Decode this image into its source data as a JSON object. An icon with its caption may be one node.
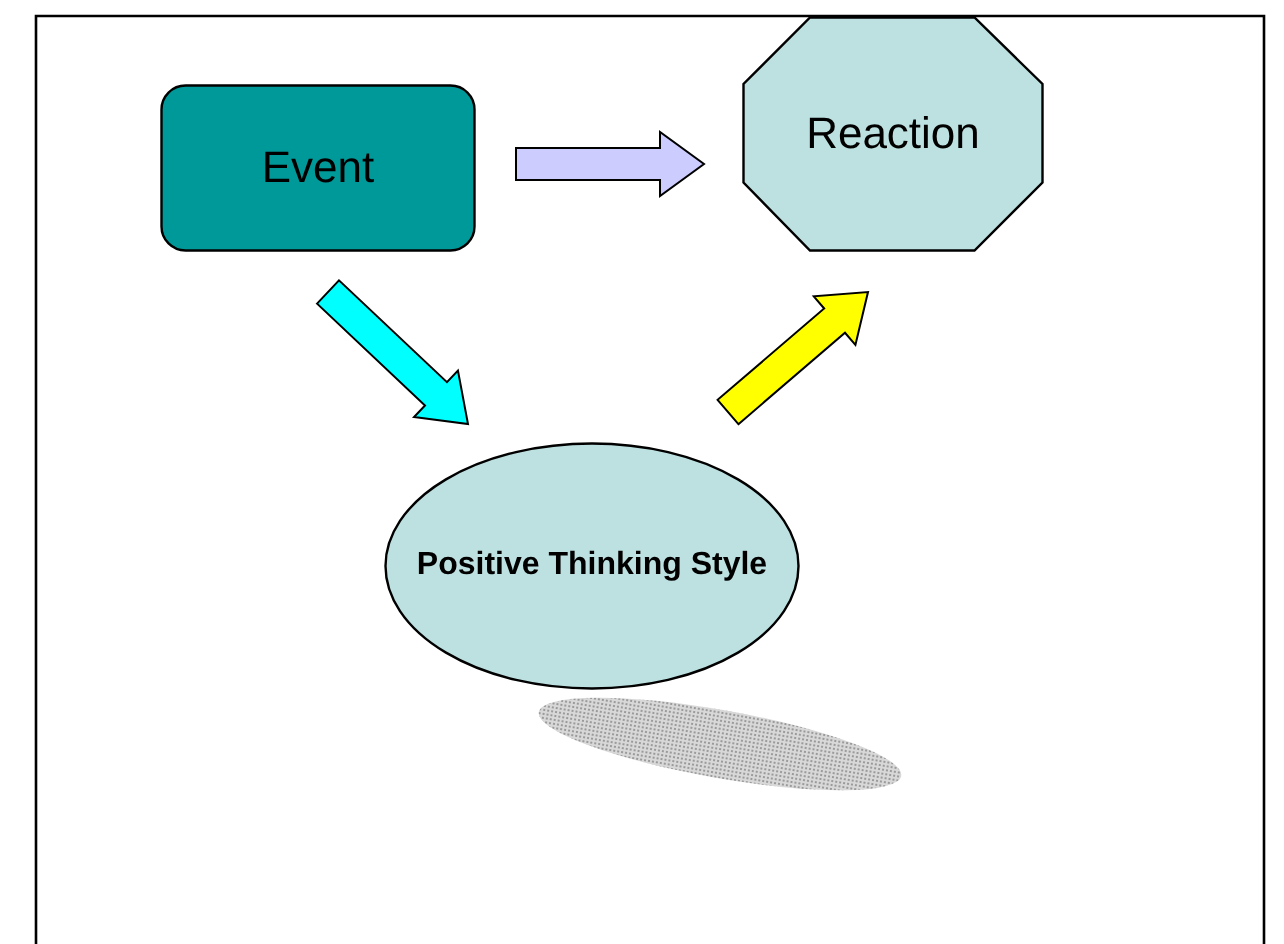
{
  "diagram": {
    "nodes": [
      {
        "text": [
          "Event"
        ]
      },
      {
        "text": [
          "Reaction"
        ]
      },
      {
        "text": [
          "Positive Thinking Style"
        ]
      }
    ],
    "edges": [
      {
        "from": 0,
        "to": 1,
        "arrow": "to",
        "style": "thick",
        "color": "#ccccff"
      },
      {
        "from": 0,
        "to": 2,
        "arrow": "to",
        "style": "thick",
        "color": "#00ffff"
      },
      {
        "from": 2,
        "to": 1,
        "arrow": "to",
        "style": "thick",
        "color": "#ffff00"
      }
    ]
  }
}
